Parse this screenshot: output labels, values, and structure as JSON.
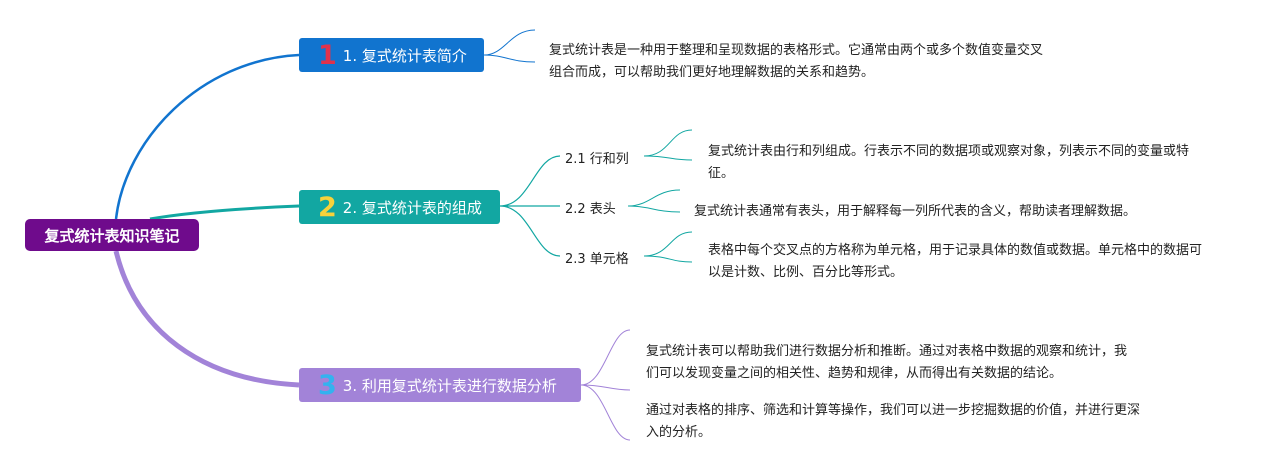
{
  "root": {
    "label": "复式统计表知识笔记"
  },
  "branches": [
    {
      "num": "1",
      "label": "1. 复式统计表简介"
    },
    {
      "num": "2",
      "label": "2. 复式统计表的组成"
    },
    {
      "num": "3",
      "label": "3. 利用复式统计表进行数据分析"
    }
  ],
  "intro": {
    "text": "复式统计表是一种用于整理和呈现数据的表格形式。它通常由两个或多个数值变量交叉组合而成，可以帮助我们更好地理解数据的关系和趋势。"
  },
  "composition": {
    "items": [
      {
        "label": "2.1 行和列",
        "text": "复式统计表由行和列组成。行表示不同的数据项或观察对象，列表示不同的变量或特征。"
      },
      {
        "label": "2.2 表头",
        "text": "复式统计表通常有表头，用于解释每一列所代表的含义，帮助读者理解数据。"
      },
      {
        "label": "2.3 单元格",
        "text": "表格中每个交叉点的方格称为单元格，用于记录具体的数值或数据。单元格中的数据可以是计数、比例、百分比等形式。"
      }
    ]
  },
  "analysis": {
    "texts": [
      "复式统计表可以帮助我们进行数据分析和推断。通过对表格中数据的观察和统计，我们可以发现变量之间的相关性、趋势和规律，从而得出有关数据的结论。",
      "通过对表格的排序、筛选和计算等操作，我们可以进一步挖掘数据的价值，并进行更深入的分析。"
    ]
  },
  "colors": {
    "root": "#6f0b8c",
    "branch1": "#1174cf",
    "branch2": "#12a7a2",
    "branch3": "#a283d8",
    "num1": "#e0324c",
    "num2": "#f7d23a",
    "num3": "#33b2ef"
  }
}
